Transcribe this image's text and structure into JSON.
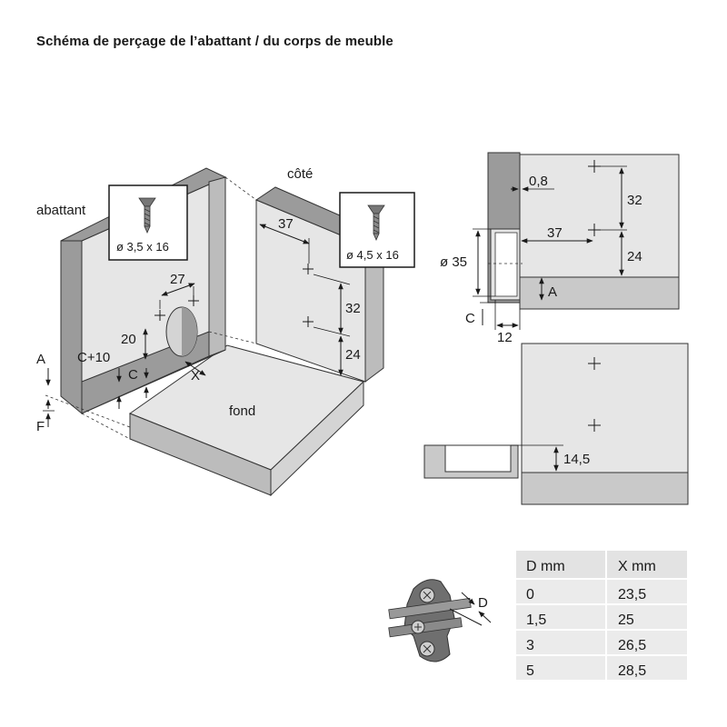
{
  "title": "Schéma de perçage de l’abattant / du corps de meuble",
  "labels": {
    "abattant": "abattant",
    "cote": "côté",
    "fond": "fond"
  },
  "screw_boxes": [
    {
      "spec": "ø 3,5 x 16"
    },
    {
      "spec": "ø 4,5 x 16"
    }
  ],
  "dimensions": {
    "d27": "27",
    "d20": "20",
    "d37": "37",
    "d32": "32",
    "d24": "24",
    "c_plus_10": "C+10",
    "c": "C",
    "a": "A",
    "f": "F",
    "x": "X",
    "r_d08": "0,8",
    "r_d32": "32",
    "r_d37": "37",
    "r_d24": "24",
    "r_phi35": "ø 35",
    "r_a": "A",
    "r_c": "C",
    "r_d12": "12",
    "r_d145": "14,5",
    "hinge_d": "D"
  },
  "table": {
    "headers": [
      "D mm",
      "X mm"
    ],
    "rows": [
      [
        "0",
        "23,5"
      ],
      [
        "1,5",
        "25"
      ],
      [
        "3",
        "26,5"
      ],
      [
        "5",
        "28,5"
      ]
    ]
  },
  "colors": {
    "panel_light": "#e6e6e6",
    "panel_mid": "#d4d4d4",
    "panel_dark": "#9b9b9b",
    "panel_side": "#bcbcbc",
    "table_header": "#e3e3e3",
    "table_row": "#ebebeb"
  }
}
